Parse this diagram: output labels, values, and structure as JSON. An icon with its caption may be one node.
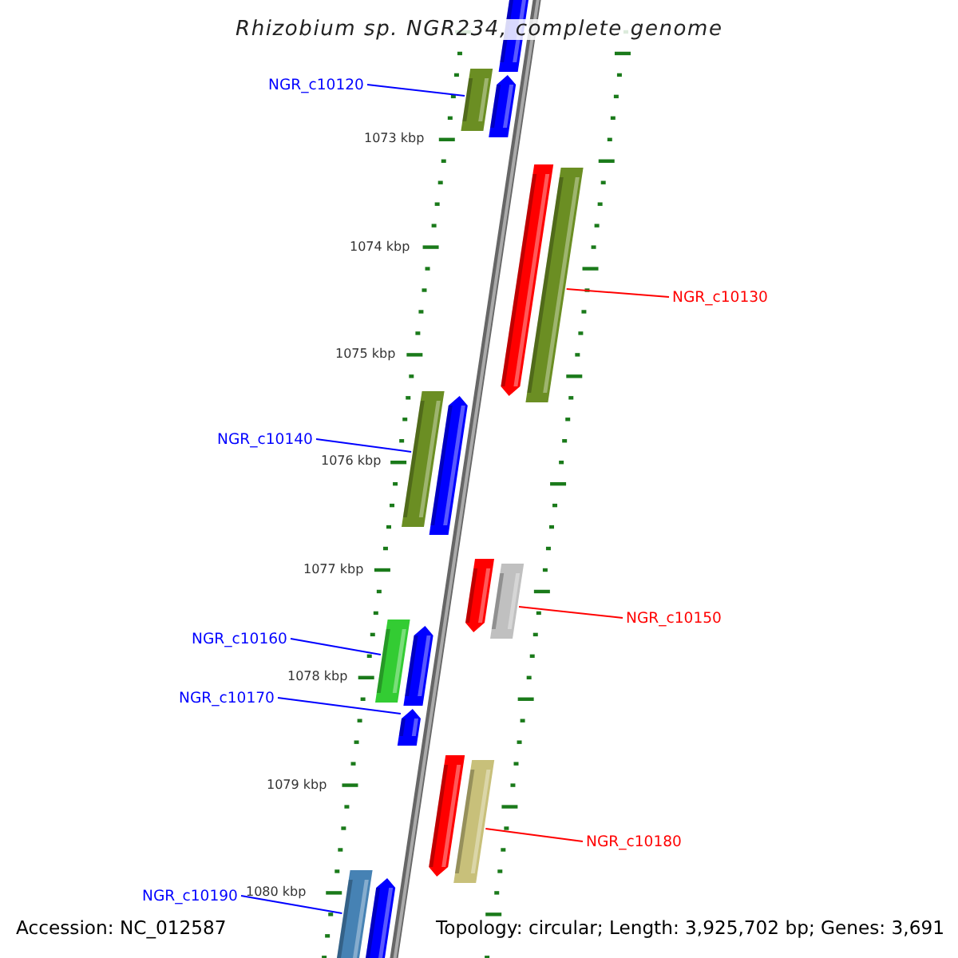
{
  "diagram": {
    "title": "Rhizobium sp. NGR234, complete genome",
    "nodes": [
      {
        "text": [
          "NGR_c10120"
        ]
      },
      {
        "text": [],
        "shape": "bar"
      },
      {
        "text": [
          "NGR_c10130"
        ]
      },
      {
        "text": [],
        "shape": "bar"
      },
      {
        "text": [
          "NGR_c10140"
        ]
      },
      {
        "text": [],
        "shape": "bar"
      },
      {
        "text": [
          "NGR_c10150"
        ]
      },
      {
        "text": [],
        "shape": "bar"
      },
      {
        "text": [
          "NGR_c10160"
        ]
      },
      {
        "text": [],
        "shape": "bar"
      },
      {
        "text": [
          "NGR_c10170"
        ]
      },
      {
        "text": [],
        "shape": "bar"
      },
      {
        "text": [
          "NGR_c10180"
        ]
      },
      {
        "text": [],
        "shape": "bar"
      },
      {
        "text": [
          "NGR_c10190"
        ]
      },
      {
        "text": [],
        "shape": "bar"
      }
    ],
    "edges": [
      {
        "from": 0,
        "to": 1,
        "arrow": "none"
      },
      {
        "from": 2,
        "to": 3,
        "arrow": "none",
        "color": "#ff0000"
      },
      {
        "from": 4,
        "to": 5,
        "arrow": "none"
      },
      {
        "from": 6,
        "to": 7,
        "arrow": "none",
        "color": "#ff0000"
      },
      {
        "from": 8,
        "to": 9,
        "arrow": "none"
      },
      {
        "from": 10,
        "to": 11,
        "arrow": "none"
      },
      {
        "from": 12,
        "to": 13,
        "arrow": "none",
        "color": "#ff0000"
      },
      {
        "from": 14,
        "to": 15,
        "arrow": "none"
      }
    ],
    "labels": [
      "1073 kbp",
      "1074 kbp",
      "1075 kbp",
      "1076 kbp",
      "1077 kbp",
      "1078 kbp",
      "1079 kbp",
      "1080 kbp",
      "Accession: NC_012587",
      "Topology: circular; Length: 3,925,702 bp; Genes: 3,691"
    ]
  }
}
